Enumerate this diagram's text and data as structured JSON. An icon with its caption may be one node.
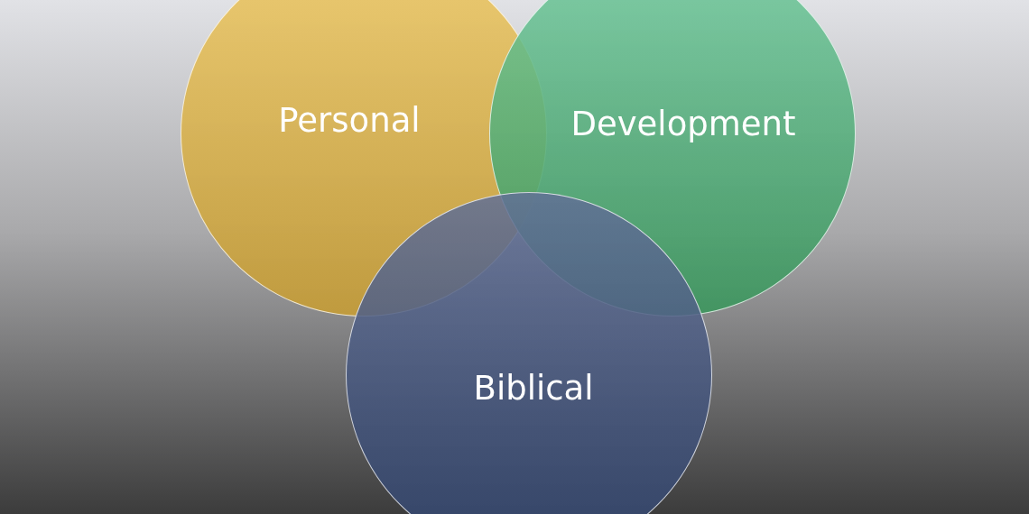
{
  "diagram": {
    "nodes": [
      {
        "text": [
          "Personal"
        ]
      },
      {
        "text": [
          "Development"
        ]
      },
      {
        "text": [
          "Biblical"
        ]
      }
    ]
  }
}
